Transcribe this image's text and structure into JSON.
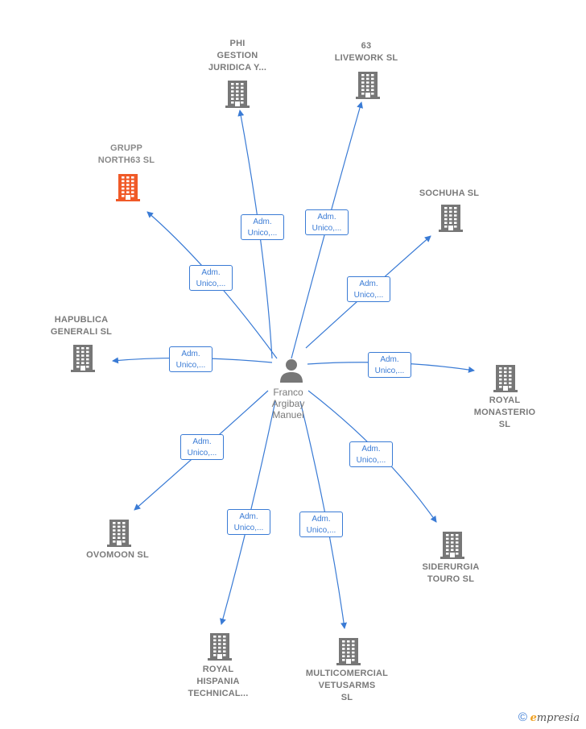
{
  "center": {
    "label": [
      "Franco",
      "Argibay",
      "Manuel"
    ]
  },
  "edge_label": [
    "Adm.",
    "Unico,..."
  ],
  "colors": {
    "edge": "#3a7bd5",
    "building": "#777777",
    "building_highlight": "#f05a28"
  },
  "nodes": [
    {
      "id": "phi",
      "lines": [
        "PHI",
        "GESTION",
        "JURIDICA Y..."
      ]
    },
    {
      "id": "63livework",
      "lines": [
        "63",
        "LIVEWORK  SL"
      ]
    },
    {
      "id": "grupp",
      "lines": [
        "GRUPP",
        "NORTH63  SL"
      ],
      "highlight": true
    },
    {
      "id": "sochuha",
      "lines": [
        "SOCHUHA  SL"
      ]
    },
    {
      "id": "hapublica",
      "lines": [
        "HAPUBLICA",
        "GENERALI  SL"
      ]
    },
    {
      "id": "royal-monasterio",
      "lines": [
        "ROYAL",
        "MONASTERIO",
        "SL"
      ]
    },
    {
      "id": "ovomoon",
      "lines": [
        "OVOMOON  SL"
      ]
    },
    {
      "id": "siderurgia",
      "lines": [
        "SIDERURGIA",
        "TOURO  SL"
      ]
    },
    {
      "id": "royal-hispania",
      "lines": [
        "ROYAL",
        "HISPANIA",
        "TECHNICAL..."
      ]
    },
    {
      "id": "multicomercial",
      "lines": [
        "MULTICOMERCIAL",
        "VETUSARMS",
        "SL"
      ]
    }
  ],
  "watermark": {
    "symbol": "©",
    "brand_initial": "e",
    "brand_rest": "mpresia"
  }
}
